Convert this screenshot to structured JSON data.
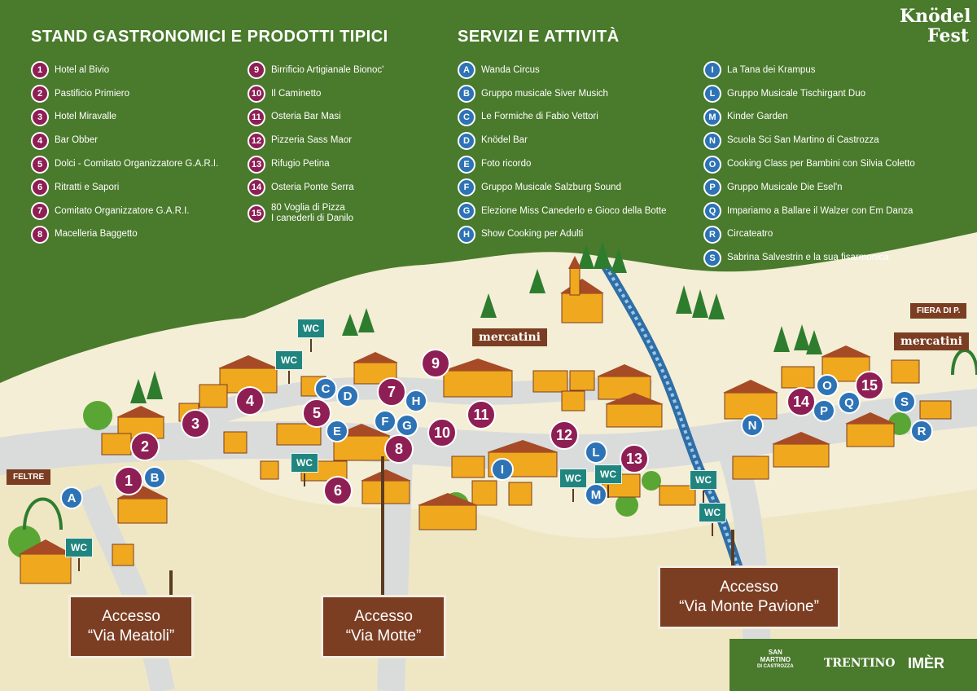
{
  "logo": {
    "line1": "Knödel",
    "line2": "Fest"
  },
  "food": {
    "title": "STAND GASTRONOMICI E PRODOTTI TIPICI",
    "items": [
      {
        "id": "1",
        "label": "Hotel al Bivio"
      },
      {
        "id": "2",
        "label": "Pastificio Primiero"
      },
      {
        "id": "3",
        "label": "Hotel Miravalle"
      },
      {
        "id": "4",
        "label": "Bar Obber"
      },
      {
        "id": "5",
        "label": "Dolci - Comitato Organizzatore G.A.R.I."
      },
      {
        "id": "6",
        "label": "Ritratti e Sapori"
      },
      {
        "id": "7",
        "label": "Comitato Organizzatore G.A.R.I."
      },
      {
        "id": "8",
        "label": "Macelleria Baggetto"
      },
      {
        "id": "9",
        "label": "Birrificio Artigianale Bionoc'"
      },
      {
        "id": "10",
        "label": "Il Caminetto"
      },
      {
        "id": "11",
        "label": "Osteria Bar Masi"
      },
      {
        "id": "12",
        "label": "Pizzeria Sass Maor"
      },
      {
        "id": "13",
        "label": "Rifugio Petina"
      },
      {
        "id": "14",
        "label": "Osteria Ponte Serra"
      },
      {
        "id": "15",
        "label": "80 Voglia di Pizza",
        "label2": "I canederli di Danilo"
      }
    ]
  },
  "services": {
    "title": "SERVIZI E ATTIVITÀ",
    "items": [
      {
        "id": "A",
        "label": "Wanda Circus"
      },
      {
        "id": "B",
        "label": "Gruppo musicale Siver Musich"
      },
      {
        "id": "C",
        "label": "Le Formiche di Fabio Vettori"
      },
      {
        "id": "D",
        "label": "Knödel Bar"
      },
      {
        "id": "E",
        "label": "Foto ricordo"
      },
      {
        "id": "F",
        "label": "Gruppo Musicale Salzburg Sound"
      },
      {
        "id": "G",
        "label": "Elezione Miss Canederlo e Gioco della Botte"
      },
      {
        "id": "H",
        "label": "Show Cooking per Adulti"
      },
      {
        "id": "I",
        "label": "La Tana dei Krampus"
      },
      {
        "id": "L",
        "label": "Gruppo Musicale Tischirgant Duo"
      },
      {
        "id": "M",
        "label": "Kinder Garden"
      },
      {
        "id": "N",
        "label": "Scuola Sci San Martino di Castrozza"
      },
      {
        "id": "O",
        "label": "Cooking Class per Bambini con Silvia Coletto"
      },
      {
        "id": "P",
        "label": "Gruppo Musicale Die Esel'n"
      },
      {
        "id": "Q",
        "label": "Impariamo a Ballare il Walzer con Em Danza"
      },
      {
        "id": "R",
        "label": "Circateatro"
      },
      {
        "id": "S",
        "label": "Sabrina Salvestrin e la sua fisarmonica"
      }
    ]
  },
  "map": {
    "wc_label": "WC",
    "mercatini_label": "mercatini",
    "feltre_label": "FELTRE",
    "fiera_label": "FIERA DI P.",
    "access": [
      {
        "line1": "Accesso",
        "line2": "“Via Meatoli”"
      },
      {
        "line1": "Accesso",
        "line2": "“Via Motte”"
      },
      {
        "line1": "Accesso",
        "line2": "“Via Monte Pavione”"
      }
    ]
  },
  "sponsors": {
    "s1_line1": "SAN",
    "s1_line2": "MARTINO",
    "s1_line3": "DI CASTROZZA",
    "s2": "TRENTINO",
    "s3": "IMÈR"
  },
  "colors": {
    "grass": "#4a7a2c",
    "food_badge": "#8e1f55",
    "service_badge": "#2d73b5",
    "sign": "#7b3e23",
    "wc": "#21857f"
  }
}
